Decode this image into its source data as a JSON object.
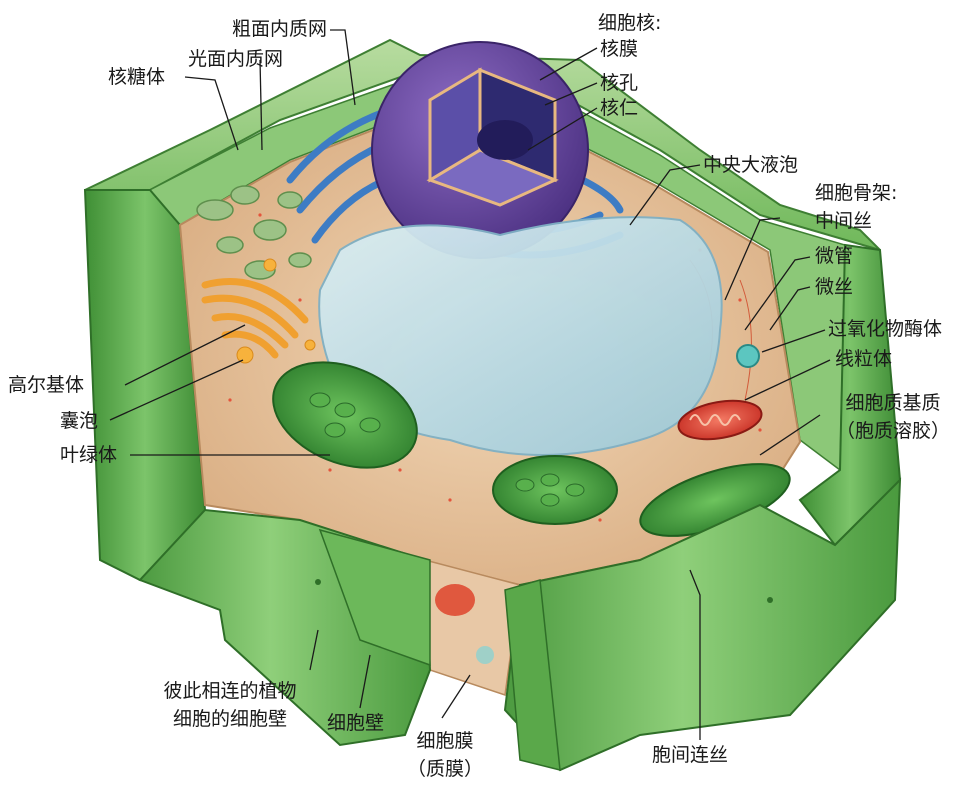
{
  "labels": {
    "rough_er": "粗面内质网",
    "smooth_er": "光面内质网",
    "ribosome": "核糖体",
    "nucleus_heading": "细胞核:",
    "nuclear_envelope": "核膜",
    "nuclear_pore": "核孔",
    "nucleolus": "核仁",
    "central_vacuole": "中央大液泡",
    "cytoskeleton_heading": "细胞骨架:",
    "intermediate_filament": "中间丝",
    "microtubule": "微管",
    "microfilament": "微丝",
    "peroxisome": "过氧化物酶体",
    "mitochondrion": "线粒体",
    "cytosol_line1": "细胞质基质",
    "cytosol_line2": "（胞质溶胶）",
    "golgi": "高尔基体",
    "vesicle": "囊泡",
    "chloroplast": "叶绿体",
    "adjacent_walls_line1": "彼此相连的植物",
    "adjacent_walls_line2": "细胞的细胞壁",
    "cell_wall": "细胞壁",
    "membrane_line1": "细胞膜",
    "membrane_line2": "（质膜）",
    "plasmodesmata": "胞间连丝"
  },
  "colors": {
    "cell_wall": "#5fae4a",
    "cytoplasm": "#e9c7a0",
    "nucleus": "#6b4aa0",
    "vacuole": "#bcdbe6",
    "er": "#4f8fd0",
    "golgi": "#f0a030",
    "chloroplast": "#3d9a3a",
    "mitochondrion": "#e0463a",
    "peroxisome": "#5cc6c0"
  }
}
